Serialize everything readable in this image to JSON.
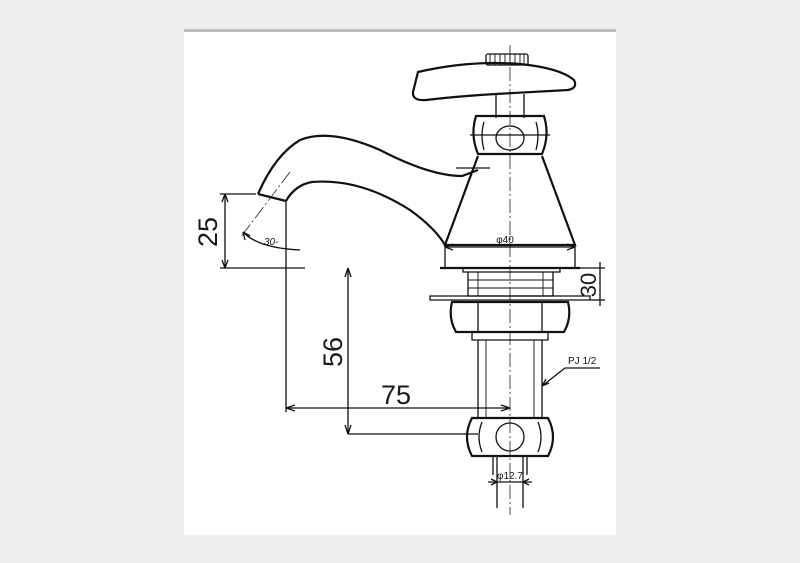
{
  "dimensions": {
    "spout_height": "25",
    "angle": "30-",
    "body_diameter": "φ40",
    "body_height": "30",
    "outlet_height": "56",
    "reach": "75",
    "thread": "PJ 1/2",
    "inlet_diameter": "φ12.7"
  },
  "colors": {
    "line": "#111111",
    "paper": "#ffffff",
    "background": "#eeeeee"
  }
}
